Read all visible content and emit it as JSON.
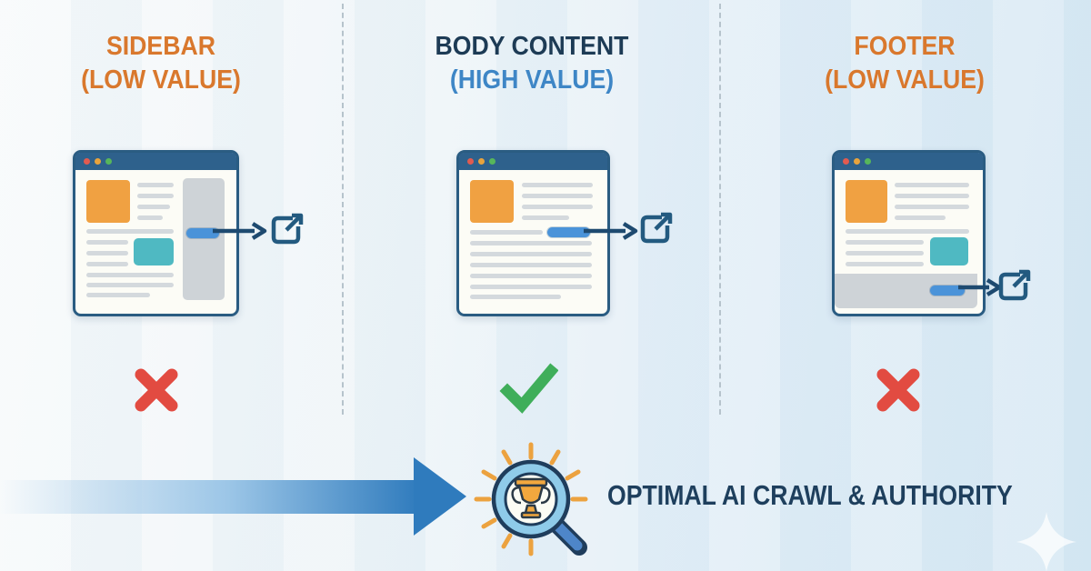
{
  "columns": [
    {
      "id": "sidebar",
      "title": "SIDEBAR",
      "subtitle": "(LOW VALUE)",
      "verdict": "cross"
    },
    {
      "id": "body-content",
      "title": "BODY CONTENT",
      "subtitle": "(HIGH VALUE)",
      "verdict": "check"
    },
    {
      "id": "footer",
      "title": "FOOTER",
      "subtitle": "(LOW VALUE)",
      "verdict": "cross"
    }
  ],
  "bottom": {
    "label": "OPTIMAL AI CRAWL & AUTHORITY"
  },
  "icons": {
    "verdict_cross": "cross-icon",
    "verdict_check": "check-icon",
    "link_target": "external-link-icon",
    "award": "trophy-magnifier-icon",
    "sparkle": "sparkle-icon"
  },
  "colors": {
    "low_value_orange": "#d9782d",
    "high_value_blue": "#3e86c6",
    "navy_text": "#1d3b55",
    "browser_chrome": "#2e618c",
    "link_pill_blue": "#4a93d9",
    "cross_red": "#e24b41",
    "check_green": "#3fae5a",
    "flow_arrow_blue": "#2f7bbd",
    "ray_orange": "#eca23f",
    "placeholder_gray": "#d4d9dd",
    "image_orange": "#f0a142",
    "image_teal": "#4fb9c2"
  }
}
